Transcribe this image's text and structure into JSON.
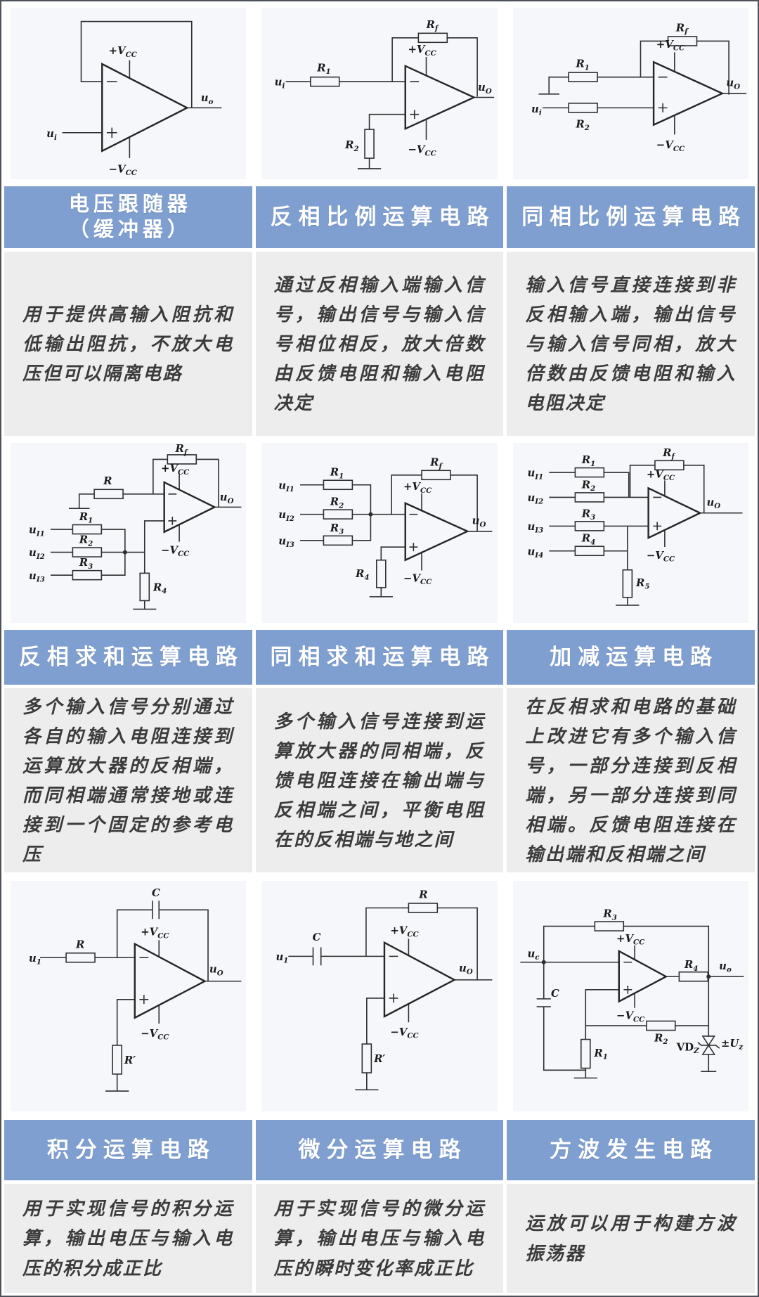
{
  "colors": {
    "header_bg": "#7f9fd1",
    "header_text": "#ffffff",
    "description_bg": "#ededed",
    "description_text": "#3b3b3b",
    "scan_bg": "#f5f7fa",
    "line": "#2e2e2e"
  },
  "cells": [
    {
      "title": "电压跟随器",
      "title2": "（缓冲器）",
      "description": "用于提供高输入阻抗和低输出阻抗，不放大电压但可以隔离电路",
      "labels": {
        "ui": {
          "base": "u",
          "sub": "i"
        },
        "uo": {
          "base": "u",
          "sub": "o"
        },
        "vccp": {
          "pre": "+",
          "base": "V",
          "sub": "CC"
        },
        "vccn": {
          "pre": "−",
          "base": "V",
          "sub": "CC"
        }
      }
    },
    {
      "title": "反相比例运算电路",
      "description": "通过反相输入端输入信号，输出信号与输入信号相位相反，放大倍数由反馈电阻和输入电阻决定",
      "labels": {
        "ui": {
          "base": "u",
          "sub": "i"
        },
        "uo": {
          "base": "u",
          "sub": "O"
        },
        "r1": {
          "base": "R",
          "sub": "1"
        },
        "r2": {
          "base": "R",
          "sub": "2"
        },
        "rf": {
          "base": "R",
          "sub": "f"
        },
        "vccp": {
          "pre": "+",
          "base": "V",
          "sub": "CC"
        },
        "vccn": {
          "pre": "−",
          "base": "V",
          "sub": "CC"
        }
      }
    },
    {
      "title": "同相比例运算电路",
      "description": "输入信号直接连接到非反相输入端，输出信号与输入信号同相，放大倍数由反馈电阻和输入电阻决定",
      "labels": {
        "ui": {
          "base": "u",
          "sub": "i"
        },
        "uo": {
          "base": "u",
          "sub": "O"
        },
        "r1": {
          "base": "R",
          "sub": "1"
        },
        "r2": {
          "base": "R",
          "sub": "2"
        },
        "rf": {
          "base": "R",
          "sub": "f"
        },
        "vccp": {
          "pre": "+",
          "base": "V",
          "sub": "CC"
        },
        "vccn": {
          "pre": "−",
          "base": "V",
          "sub": "CC"
        }
      }
    },
    {
      "title": "反相求和运算电路",
      "description": "多个输入信号分别通过各自的输入电阻连接到运算放大器的反相端，而同相端通常接地或连接到一个固定的参考电压",
      "labels": {
        "r": {
          "base": "R"
        },
        "rf": {
          "base": "R",
          "sub": "f"
        },
        "r1": {
          "base": "R",
          "sub": "1"
        },
        "r2": {
          "base": "R",
          "sub": "2"
        },
        "r3": {
          "base": "R",
          "sub": "3"
        },
        "r4": {
          "base": "R",
          "sub": "4"
        },
        "ui1": {
          "base": "u",
          "sub": "I1"
        },
        "ui2": {
          "base": "u",
          "sub": "I2"
        },
        "ui3": {
          "base": "u",
          "sub": "I3"
        },
        "uo": {
          "base": "u",
          "sub": "O"
        },
        "vccp": {
          "pre": "+",
          "base": "V",
          "sub": "CC"
        },
        "vccn": {
          "pre": "−",
          "base": "V",
          "sub": "CC"
        }
      }
    },
    {
      "title": "同相求和运算电路",
      "description": "多个输入信号连接到运算放大器的同相端，反馈电阻连接在输出端与反相端之间，平衡电阻在的反相端与地之间",
      "labels": {
        "rf": {
          "base": "R",
          "sub": "f"
        },
        "r1": {
          "base": "R",
          "sub": "1"
        },
        "r2": {
          "base": "R",
          "sub": "2"
        },
        "r3": {
          "base": "R",
          "sub": "3"
        },
        "r4": {
          "base": "R",
          "sub": "4"
        },
        "ui1": {
          "base": "u",
          "sub": "I1"
        },
        "ui2": {
          "base": "u",
          "sub": "I2"
        },
        "ui3": {
          "base": "u",
          "sub": "I3"
        },
        "uo": {
          "base": "u",
          "sub": "O"
        },
        "vccp": {
          "pre": "+",
          "base": "V",
          "sub": "CC"
        },
        "vccn": {
          "pre": "−",
          "base": "V",
          "sub": "CC"
        }
      }
    },
    {
      "title": "加减运算电路",
      "description": "在反相求和电路的基础上改进它有多个输入信号，一部分连接到反相端，另一部分连接到同相端。反馈电阻连接在输出端和反相端之间",
      "labels": {
        "rf": {
          "base": "R",
          "sub": "f"
        },
        "r1": {
          "base": "R",
          "sub": "1"
        },
        "r2": {
          "base": "R",
          "sub": "2"
        },
        "r3": {
          "base": "R",
          "sub": "3"
        },
        "r4": {
          "base": "R",
          "sub": "4"
        },
        "r5": {
          "base": "R",
          "sub": "5"
        },
        "ui1": {
          "base": "u",
          "sub": "I1"
        },
        "ui2": {
          "base": "u",
          "sub": "I2"
        },
        "ui3": {
          "base": "u",
          "sub": "I3"
        },
        "ui4": {
          "base": "u",
          "sub": "I4"
        },
        "uo": {
          "base": "u",
          "sub": "O"
        },
        "vccp": {
          "pre": "+",
          "base": "V",
          "sub": "CC"
        },
        "vccn": {
          "pre": "−",
          "base": "V",
          "sub": "CC"
        }
      }
    },
    {
      "title": "积分运算电路",
      "description": "用于实现信号的积分运算，输出电压与输入电压的积分成正比",
      "labels": {
        "c": {
          "base": "C"
        },
        "r": {
          "base": "R"
        },
        "rp": {
          "base": "R′"
        },
        "u1": {
          "base": "u",
          "sub": "1"
        },
        "uo": {
          "base": "u",
          "sub": "O"
        },
        "vccp": {
          "pre": "+",
          "base": "V",
          "sub": "CC"
        },
        "vccn": {
          "pre": "−",
          "base": "V",
          "sub": "CC"
        }
      }
    },
    {
      "title": "微分运算电路",
      "description": "用于实现信号的微分运算，输出电压与输入电压的瞬时变化率成正比",
      "labels": {
        "c": {
          "base": "C"
        },
        "r": {
          "base": "R"
        },
        "rp": {
          "base": "R′"
        },
        "u1": {
          "base": "u",
          "sub": "1"
        },
        "uo": {
          "base": "u",
          "sub": "O"
        },
        "vccp": {
          "pre": "+",
          "base": "V",
          "sub": "CC"
        },
        "vccn": {
          "pre": "−",
          "base": "V",
          "sub": "CC"
        }
      }
    },
    {
      "title": "方波发生电路",
      "description": "运放可以用于构建方波振荡器",
      "labels": {
        "r1": {
          "base": "R",
          "sub": "1"
        },
        "r2": {
          "base": "R",
          "sub": "2"
        },
        "r3": {
          "base": "R",
          "sub": "3"
        },
        "r4": {
          "base": "R",
          "sub": "4"
        },
        "c": {
          "base": "C"
        },
        "uc": {
          "base": "u",
          "sub": "c"
        },
        "uo": {
          "base": "u",
          "sub": "o"
        },
        "vdz": {
          "base": "VD",
          "sub": "Z"
        },
        "uz": {
          "pre": "±",
          "base": "U",
          "sub": "z"
        },
        "vccp": {
          "pre": "+",
          "base": "V",
          "sub": "CC"
        },
        "vccn": {
          "pre": "−",
          "base": "V",
          "sub": "CC"
        }
      }
    }
  ]
}
